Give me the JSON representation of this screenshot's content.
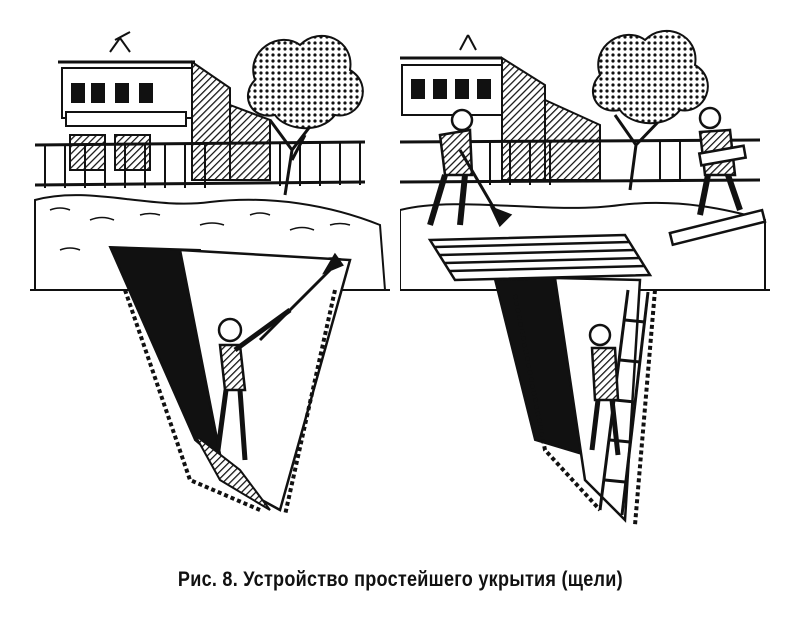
{
  "figure": {
    "caption": "Рис. 8. Устройство простейшего укрытия (щели)",
    "panels": [
      {
        "id": "left",
        "description": "Digging the trench: a man with a shovel inside an open slit trench, building, fence and tree in background"
      },
      {
        "id": "right",
        "description": "Covered trench: log roof over trench, man climbing ladder inside, two workers carrying logs and shoveling earth on top"
      }
    ]
  },
  "colors": {
    "ink": "#111111",
    "paper": "#ffffff"
  }
}
